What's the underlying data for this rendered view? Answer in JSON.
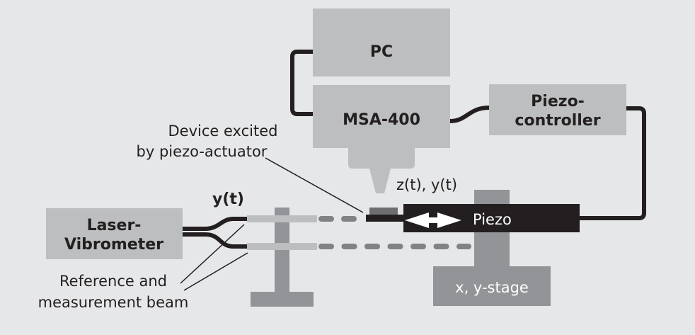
{
  "colors": {
    "background": "#e6e7e8",
    "box": "#bcbec0",
    "mount": "#929497",
    "cable": "#231f20",
    "beam": "#bcbec0",
    "dash": "#808285"
  },
  "boxes": {
    "pc": "PC",
    "msa": "MSA-400",
    "piezo_controller_line1": "Piezo-",
    "piezo_controller_line2": "controller",
    "laser_line1": "Laser-",
    "laser_line2": "Vibrometer",
    "stage": "x, y-stage",
    "piezo": "Piezo"
  },
  "labels": {
    "device_line1": "Device excited",
    "device_line2": "by piezo-actuator",
    "z_signal": "z(t), y(t)",
    "y_signal": "y(t)",
    "beam_line1": "Reference and",
    "beam_line2": "measurement beam"
  }
}
